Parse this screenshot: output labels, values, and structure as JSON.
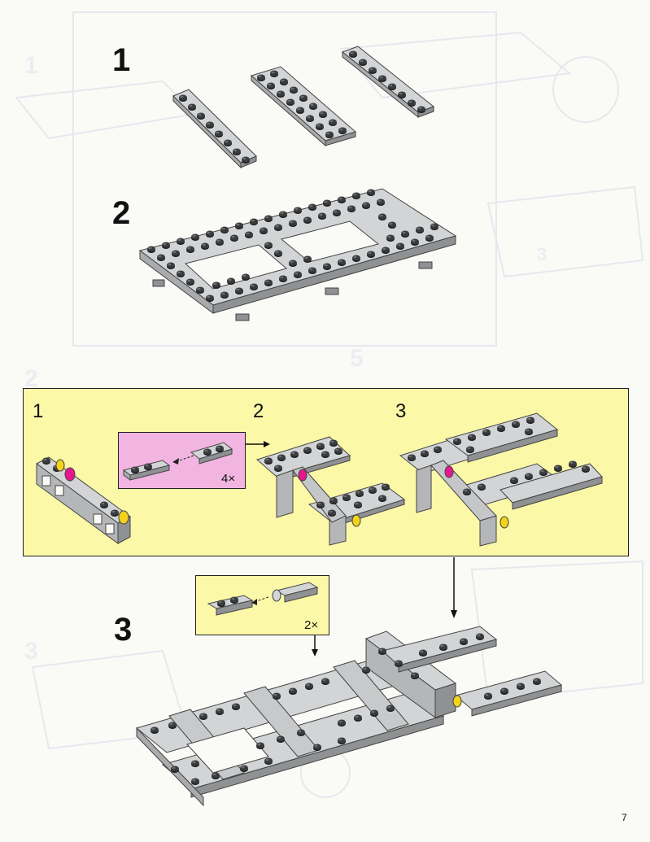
{
  "steps": {
    "step1": "1",
    "step2": "2",
    "step3": "3"
  },
  "sub_steps": {
    "a": "1",
    "b": "2",
    "c": "3"
  },
  "callouts": {
    "pink_qty": "4×",
    "yellow_qty": "2×"
  },
  "page_number": "7",
  "colors": {
    "panel": "#fbf8a8",
    "callout_pink": "#f2b5e2",
    "brick_gray": "#c9cbcc",
    "stud": "#3a3b3d",
    "accent_magenta": "#e6168f",
    "accent_yellow": "#f4d21a"
  }
}
